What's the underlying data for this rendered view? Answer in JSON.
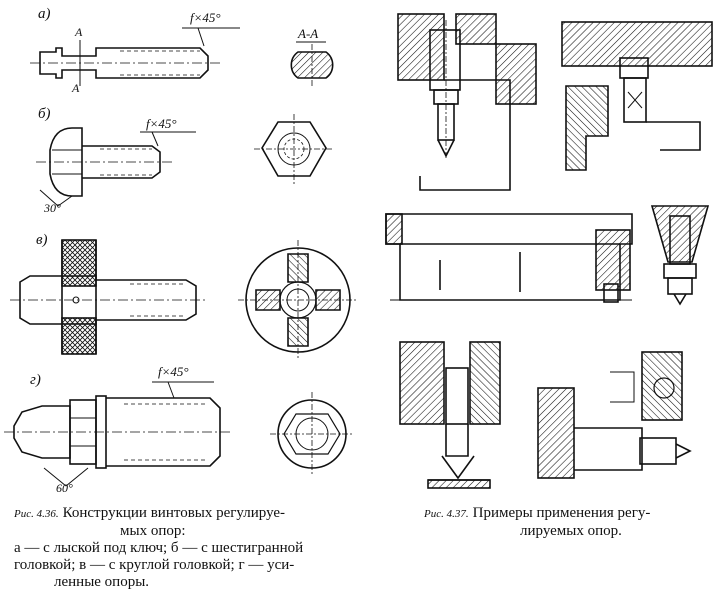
{
  "labels": {
    "a": "а)",
    "b": "б)",
    "v": "в)",
    "g": "г)",
    "section_a_top": "A",
    "section_a_bottom": "A",
    "section_aa": "A-A",
    "chamfer_a": "f×45°",
    "chamfer_b": "f×45°",
    "chamfer_g": "f×45°",
    "angle_30": "30°",
    "angle_60": "60°"
  },
  "caption_436": {
    "fig": "Рис. 4.36.",
    "line1": "Конструкции винтовых регулируе-",
    "line2": "мых опор:",
    "desc1": "а — с лыской под ключ; б — с шестигранной",
    "desc2": "головкой; в — с круглой головкой; г — уси-",
    "desc3": "ленные опоры."
  },
  "caption_437": {
    "fig": "Рис. 4.37.",
    "line1": "Примеры применения регу-",
    "line2": "лируемых опор."
  },
  "colors": {
    "ink": "#111111",
    "paper": "#ffffff"
  }
}
